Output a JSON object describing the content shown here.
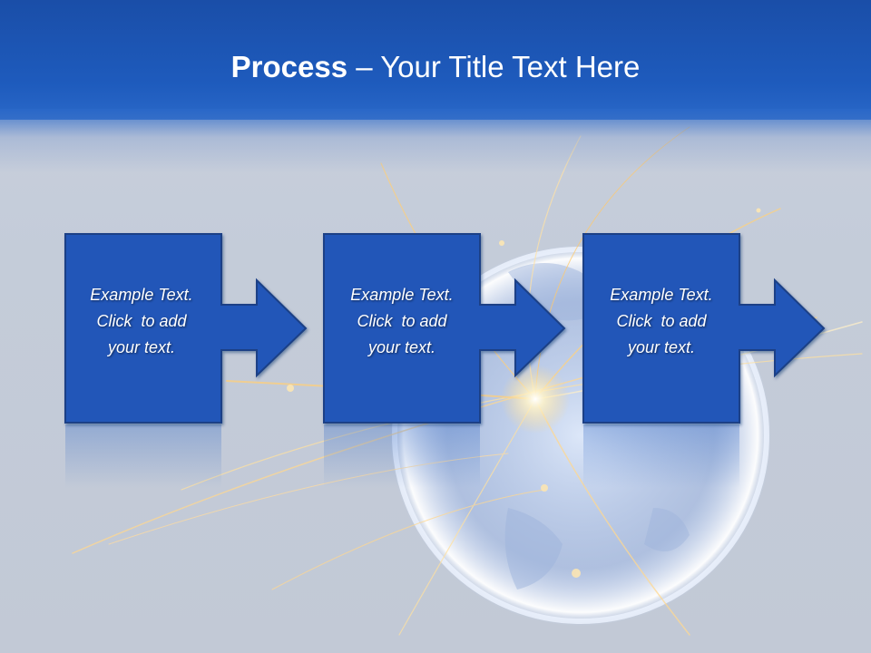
{
  "slide": {
    "title_bold": "Process",
    "title_rest": " – Your Title Text Here"
  },
  "steps": [
    {
      "line1": "Example Text.",
      "line2": "Click  to add",
      "line3": "your text."
    },
    {
      "line1": "Example Text.",
      "line2": "Click  to add",
      "line3": "your text."
    },
    {
      "line1": "Example Text.",
      "line2": "Click  to add",
      "line3": "your text."
    }
  ],
  "colors": {
    "header": "#1e5bbd",
    "box_fill": "#2257b8",
    "box_stroke": "#1a3f86",
    "text": "#ffffff"
  }
}
